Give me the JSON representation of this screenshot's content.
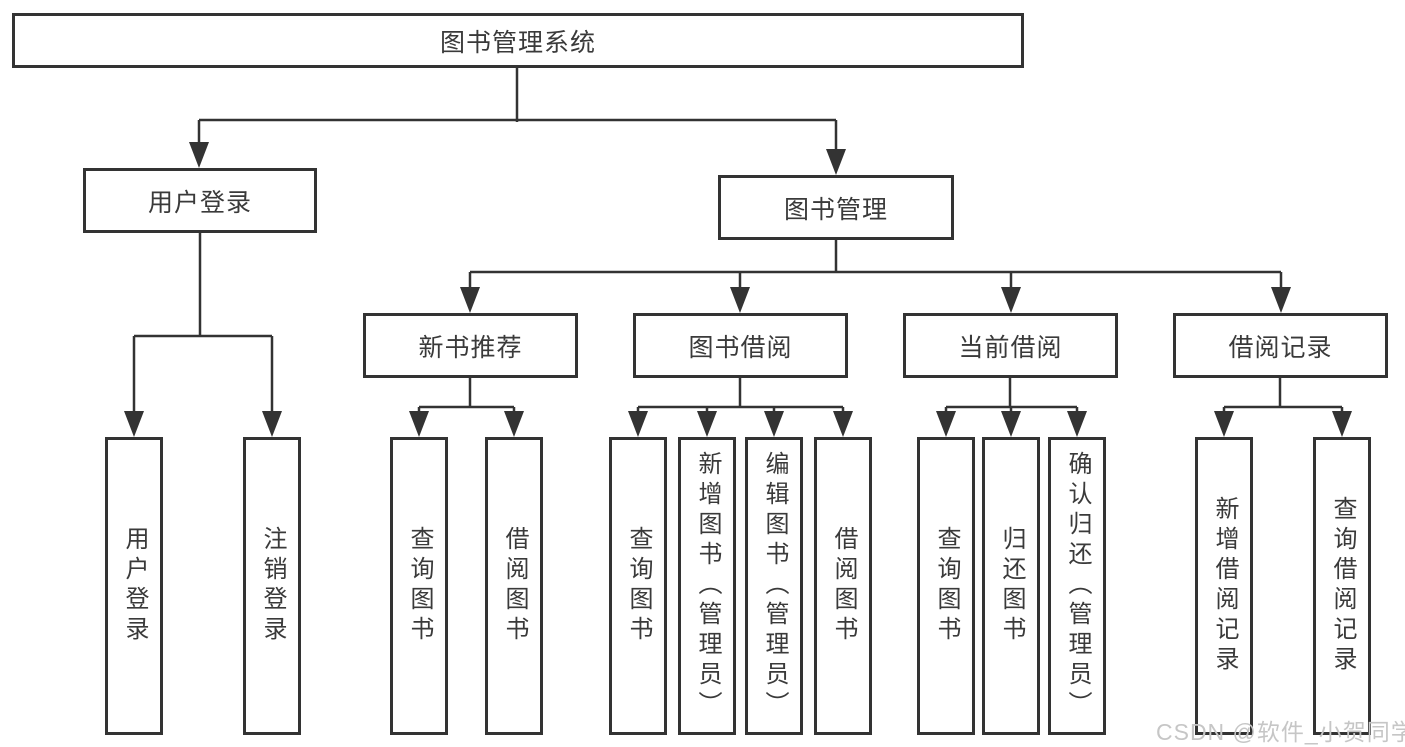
{
  "diagram": {
    "title": "图书管理系统",
    "tree": {
      "root": "图书管理系统",
      "children": [
        {
          "label": "用户登录",
          "children": [
            "用户登录",
            "注销登录"
          ]
        },
        {
          "label": "图书管理",
          "children": [
            {
              "label": "新书推荐",
              "children": [
                "查询图书",
                "借阅图书"
              ]
            },
            {
              "label": "图书借阅",
              "children": [
                "查询图书",
                "新增图书（管理员）",
                "编辑图书（管理员）",
                "借阅图书"
              ]
            },
            {
              "label": "当前借阅",
              "children": [
                "查询图书",
                "归还图书",
                "确认归还（管理员）"
              ]
            },
            {
              "label": "借阅记录",
              "children": [
                "新增借阅记录",
                "查询借阅记录"
              ]
            }
          ]
        }
      ]
    }
  },
  "nodes": {
    "root": {
      "label": "图书管理系统"
    },
    "user_login": {
      "label": "用户登录"
    },
    "book_mgmt": {
      "label": "图书管理"
    },
    "rec": {
      "label": "新书推荐"
    },
    "borrow": {
      "label": "图书借阅"
    },
    "current": {
      "label": "当前借阅"
    },
    "records": {
      "label": "借阅记录"
    },
    "user_login_leaf": {
      "label": "用户登录"
    },
    "logout_leaf": {
      "label": "注销登录"
    },
    "rec_query": {
      "label": "查询图书"
    },
    "rec_borrow": {
      "label": "借阅图书"
    },
    "borrow_query": {
      "label": "查询图书"
    },
    "borrow_add": {
      "label": "新增图书（管理员）"
    },
    "borrow_edit": {
      "label": "编辑图书（管理员）"
    },
    "borrow_borrow": {
      "label": "借阅图书"
    },
    "current_query": {
      "label": "查询图书"
    },
    "current_return": {
      "label": "归还图书"
    },
    "current_confirm": {
      "label": "确认归还（管理员）"
    },
    "records_add": {
      "label": "新增借阅记录"
    },
    "records_query": {
      "label": "查询借阅记录"
    }
  },
  "watermark": {
    "text": "CSDN @软件_小贺同学"
  },
  "colors": {
    "line": "#333333",
    "box_border": "#333333",
    "text": "#3a3a3a",
    "watermark": "#c6c6c6",
    "background": "#ffffff"
  }
}
